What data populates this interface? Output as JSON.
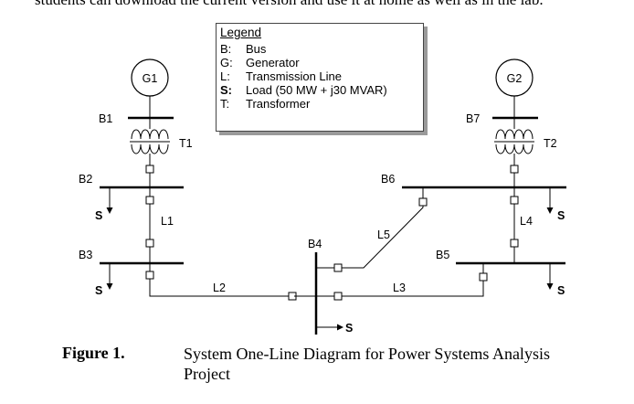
{
  "top_text": "students can download the current version and use it at home as well as in the lab.",
  "legend": {
    "title": "Legend",
    "entries": [
      {
        "key": "B:",
        "text": "Bus"
      },
      {
        "key": "G:",
        "text": "Generator"
      },
      {
        "key": "L:",
        "text": "Transmission Line"
      },
      {
        "key": "S:",
        "text": "Load (50 MW + j30 MVAR)"
      },
      {
        "key": "T:",
        "text": "Transformer"
      }
    ]
  },
  "diagram": {
    "generators": [
      "G1",
      "G2"
    ],
    "transformers": [
      "T1",
      "T2"
    ],
    "buses": [
      "B1",
      "B2",
      "B3",
      "B4",
      "B5",
      "B6",
      "B7"
    ],
    "lines": [
      "L1",
      "L2",
      "L3",
      "L4",
      "L5"
    ],
    "load_symbol": "S"
  },
  "caption": {
    "label": "Figure 1.",
    "text": "System One-Line Diagram for Power Systems Analysis Project"
  }
}
